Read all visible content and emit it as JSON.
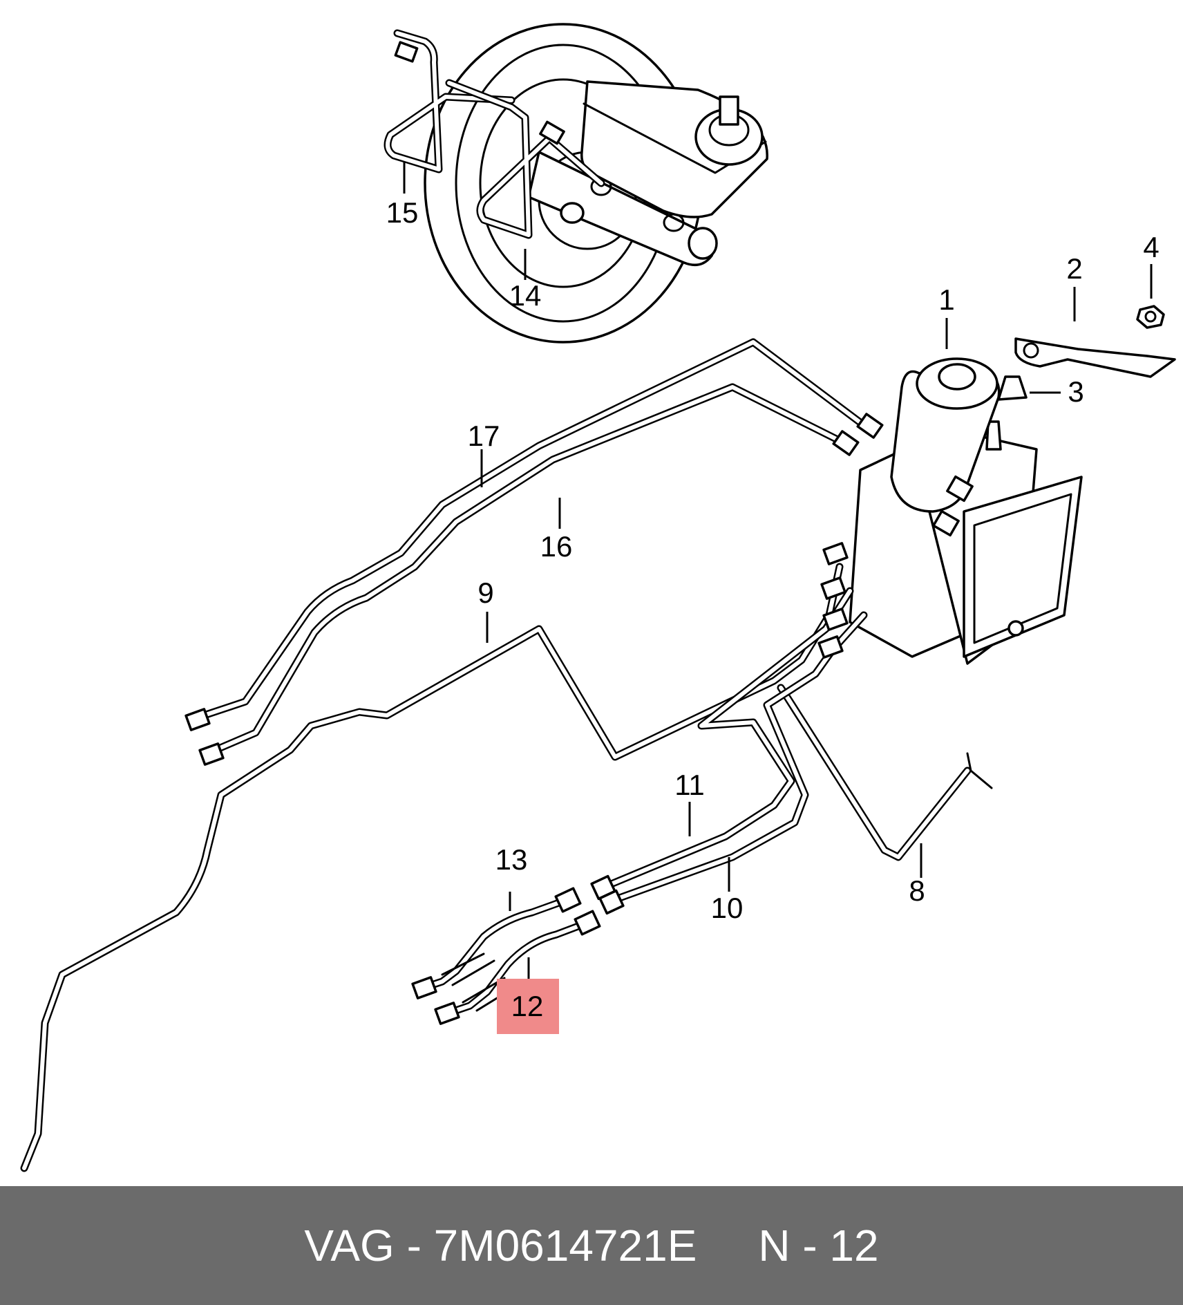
{
  "callouts": [
    {
      "id": "1",
      "label": "1"
    },
    {
      "id": "2",
      "label": "2"
    },
    {
      "id": "3",
      "label": "3"
    },
    {
      "id": "4",
      "label": "4"
    },
    {
      "id": "8",
      "label": "8"
    },
    {
      "id": "9",
      "label": "9"
    },
    {
      "id": "10",
      "label": "10"
    },
    {
      "id": "11",
      "label": "11"
    },
    {
      "id": "12",
      "label": "12",
      "highlighted": true
    },
    {
      "id": "13",
      "label": "13"
    },
    {
      "id": "14",
      "label": "14"
    },
    {
      "id": "15",
      "label": "15"
    },
    {
      "id": "16",
      "label": "16"
    },
    {
      "id": "17",
      "label": "17"
    }
  ],
  "highlight_color": "#f08a8a",
  "footer": {
    "brand": "VAG",
    "separator": " - ",
    "part_number": "7M0614721E",
    "position_label": "N - 12",
    "background": "#6b6b6b"
  }
}
